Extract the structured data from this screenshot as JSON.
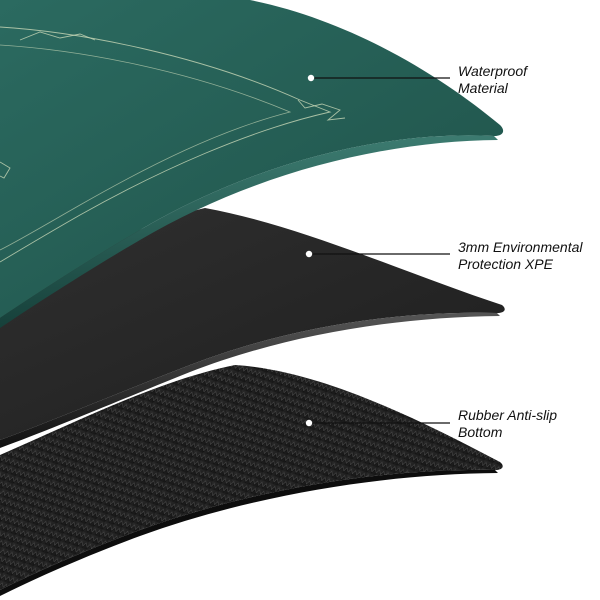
{
  "layers": [
    {
      "id": "top-layer",
      "material_color": "#275e55",
      "label_lines": [
        "Waterproof",
        "Material"
      ]
    },
    {
      "id": "middle-layer",
      "material_color": "#262626",
      "label_lines": [
        "3mm Environmental",
        "Protection XPE"
      ]
    },
    {
      "id": "bottom-layer",
      "material_color": "#1c1c1c",
      "label_lines": [
        "Rubber Anti-slip",
        "Bottom"
      ]
    }
  ],
  "colors": {
    "background": "#ffffff",
    "felt_print_lines": "#c9d8b8",
    "callout_line": "#111111",
    "callout_dot": "#ffffff"
  }
}
